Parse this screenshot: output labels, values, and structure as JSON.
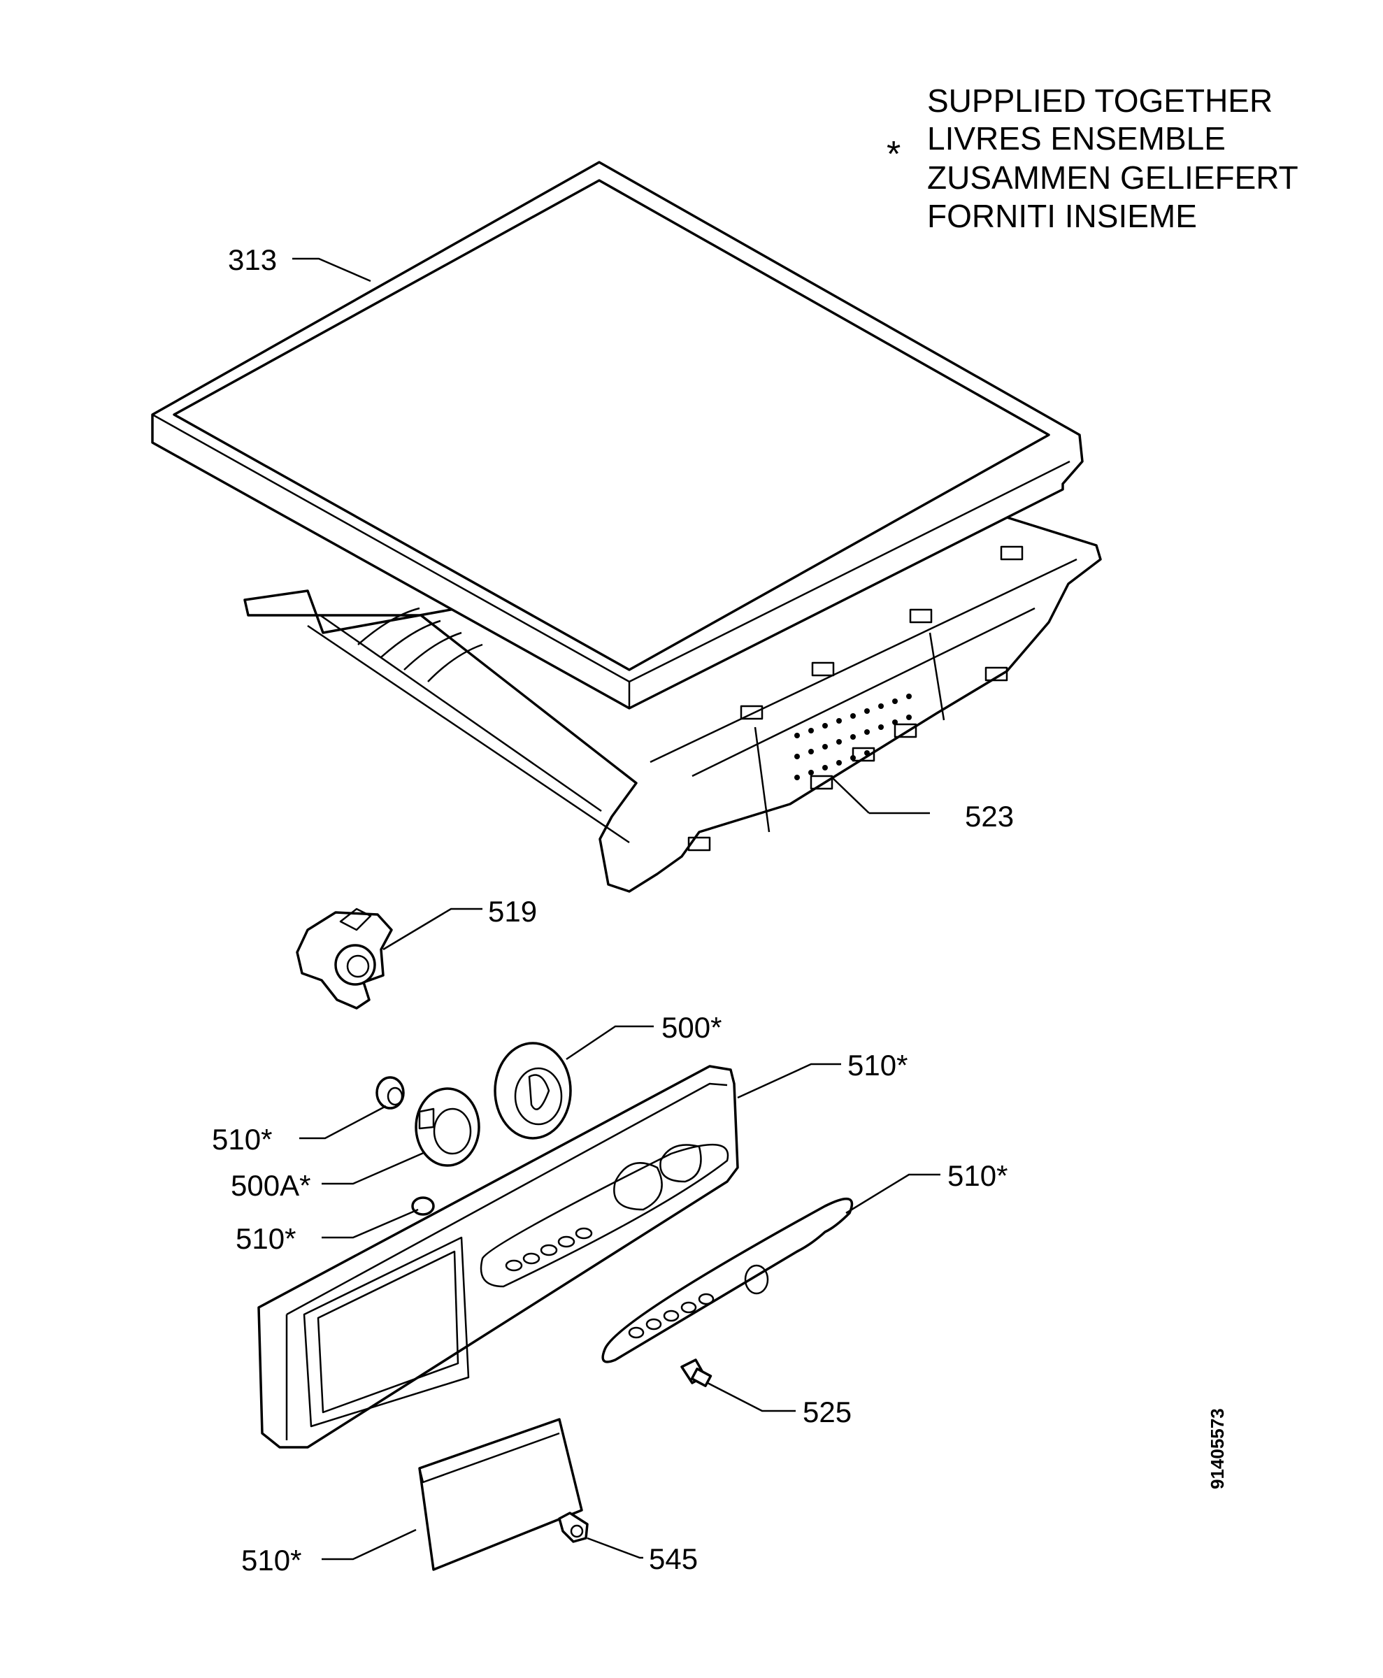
{
  "legend": {
    "symbol": "*",
    "lines": [
      "SUPPLIED TOGETHER",
      "LIVRES ENSEMBLE",
      "ZUSAMMEN GELIEFERT",
      "FORNITI INSIEME"
    ]
  },
  "callouts": {
    "c313": "313",
    "c523": "523",
    "c519": "519",
    "c500": "500*",
    "c510_top": "510*",
    "c510_left1": "510*",
    "c500a": "500A*",
    "c510_left2": "510*",
    "c510_right": "510*",
    "c525": "525",
    "c545": "545",
    "c510_bottom": "510*"
  },
  "drawing_number": "91405573"
}
